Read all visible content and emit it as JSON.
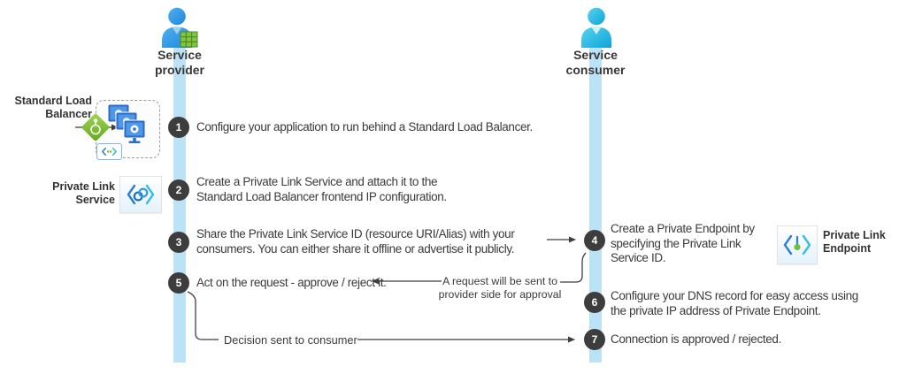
{
  "actors": {
    "provider": {
      "line1": "Service",
      "line2": "provider"
    },
    "consumer": {
      "line1": "Service",
      "line2": "consumer"
    }
  },
  "icon_labels": {
    "slb": {
      "line1": "Standard Load",
      "line2": "Balancer"
    },
    "pls": {
      "line1": "Private Link",
      "line2": "Service"
    },
    "ple": {
      "line1": "Private Link",
      "line2": "Endpoint"
    }
  },
  "steps": {
    "s1": {
      "num": "1",
      "line1": "Configure your application to run behind a Standard Load Balancer."
    },
    "s2": {
      "num": "2",
      "line1": "Create a Private Link Service and attach it to the",
      "line2": "Standard Load Balancer frontend IP configuration."
    },
    "s3": {
      "num": "3",
      "line1": "Share the Private Link Service ID (resource URI/Alias) with your",
      "line2": "consumers. You can either share it offline or advertise it publicly."
    },
    "s4": {
      "num": "4",
      "line1": "Create a Private Endpoint by",
      "line2": "specifying the Private Link",
      "line3": "Service ID."
    },
    "s5": {
      "num": "5",
      "line1": "Act on the request - approve / reject it."
    },
    "s6": {
      "num": "6",
      "line1": "Configure your DNS record for easy access using",
      "line2": "the private IP address of Private Endpoint."
    },
    "s7": {
      "num": "7",
      "line1": "Connection is approved / rejected."
    }
  },
  "annotations": {
    "request_line1": "A request will be sent to",
    "request_line2": "provider side for approval",
    "decision": "Decision sent to consumer"
  },
  "colors": {
    "timeline": "#bce2f5",
    "step_circle": "#3d3d3d",
    "text": "#3a3a3a",
    "provider_person": "#2e9ae8",
    "consumer_person": "#29bee8",
    "load_balancer_green": "#7dbb42",
    "vm_blue": "#2d6fc8",
    "link_green_dot": "#6cbe45",
    "bracket_blue": "#2b7fd4",
    "bracket_cyan": "#39bce8"
  },
  "icons": {
    "provider": "person-with-grid-icon",
    "consumer": "person-icon",
    "slb": "load-balancer-diamond-icon",
    "vms": "virtual-machines-icon",
    "pl_mini": "private-link-mini-icon",
    "pls": "private-link-service-icon",
    "ple": "private-link-endpoint-icon"
  }
}
